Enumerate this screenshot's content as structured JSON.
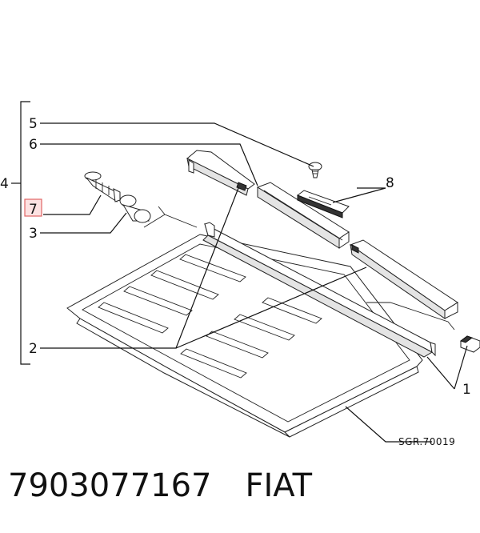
{
  "callouts": {
    "c1": "1",
    "c2": "2",
    "c3": "3",
    "c4": "4",
    "c5": "5",
    "c6": "6",
    "c7": "7",
    "c8": "8"
  },
  "drawing_ref": "SGR.70019",
  "part_number": "7903077167",
  "brand": "FIAT",
  "colors": {
    "highlight_border": "#e06666",
    "highlight_fill": "#fde2e2",
    "line": "#111111"
  }
}
